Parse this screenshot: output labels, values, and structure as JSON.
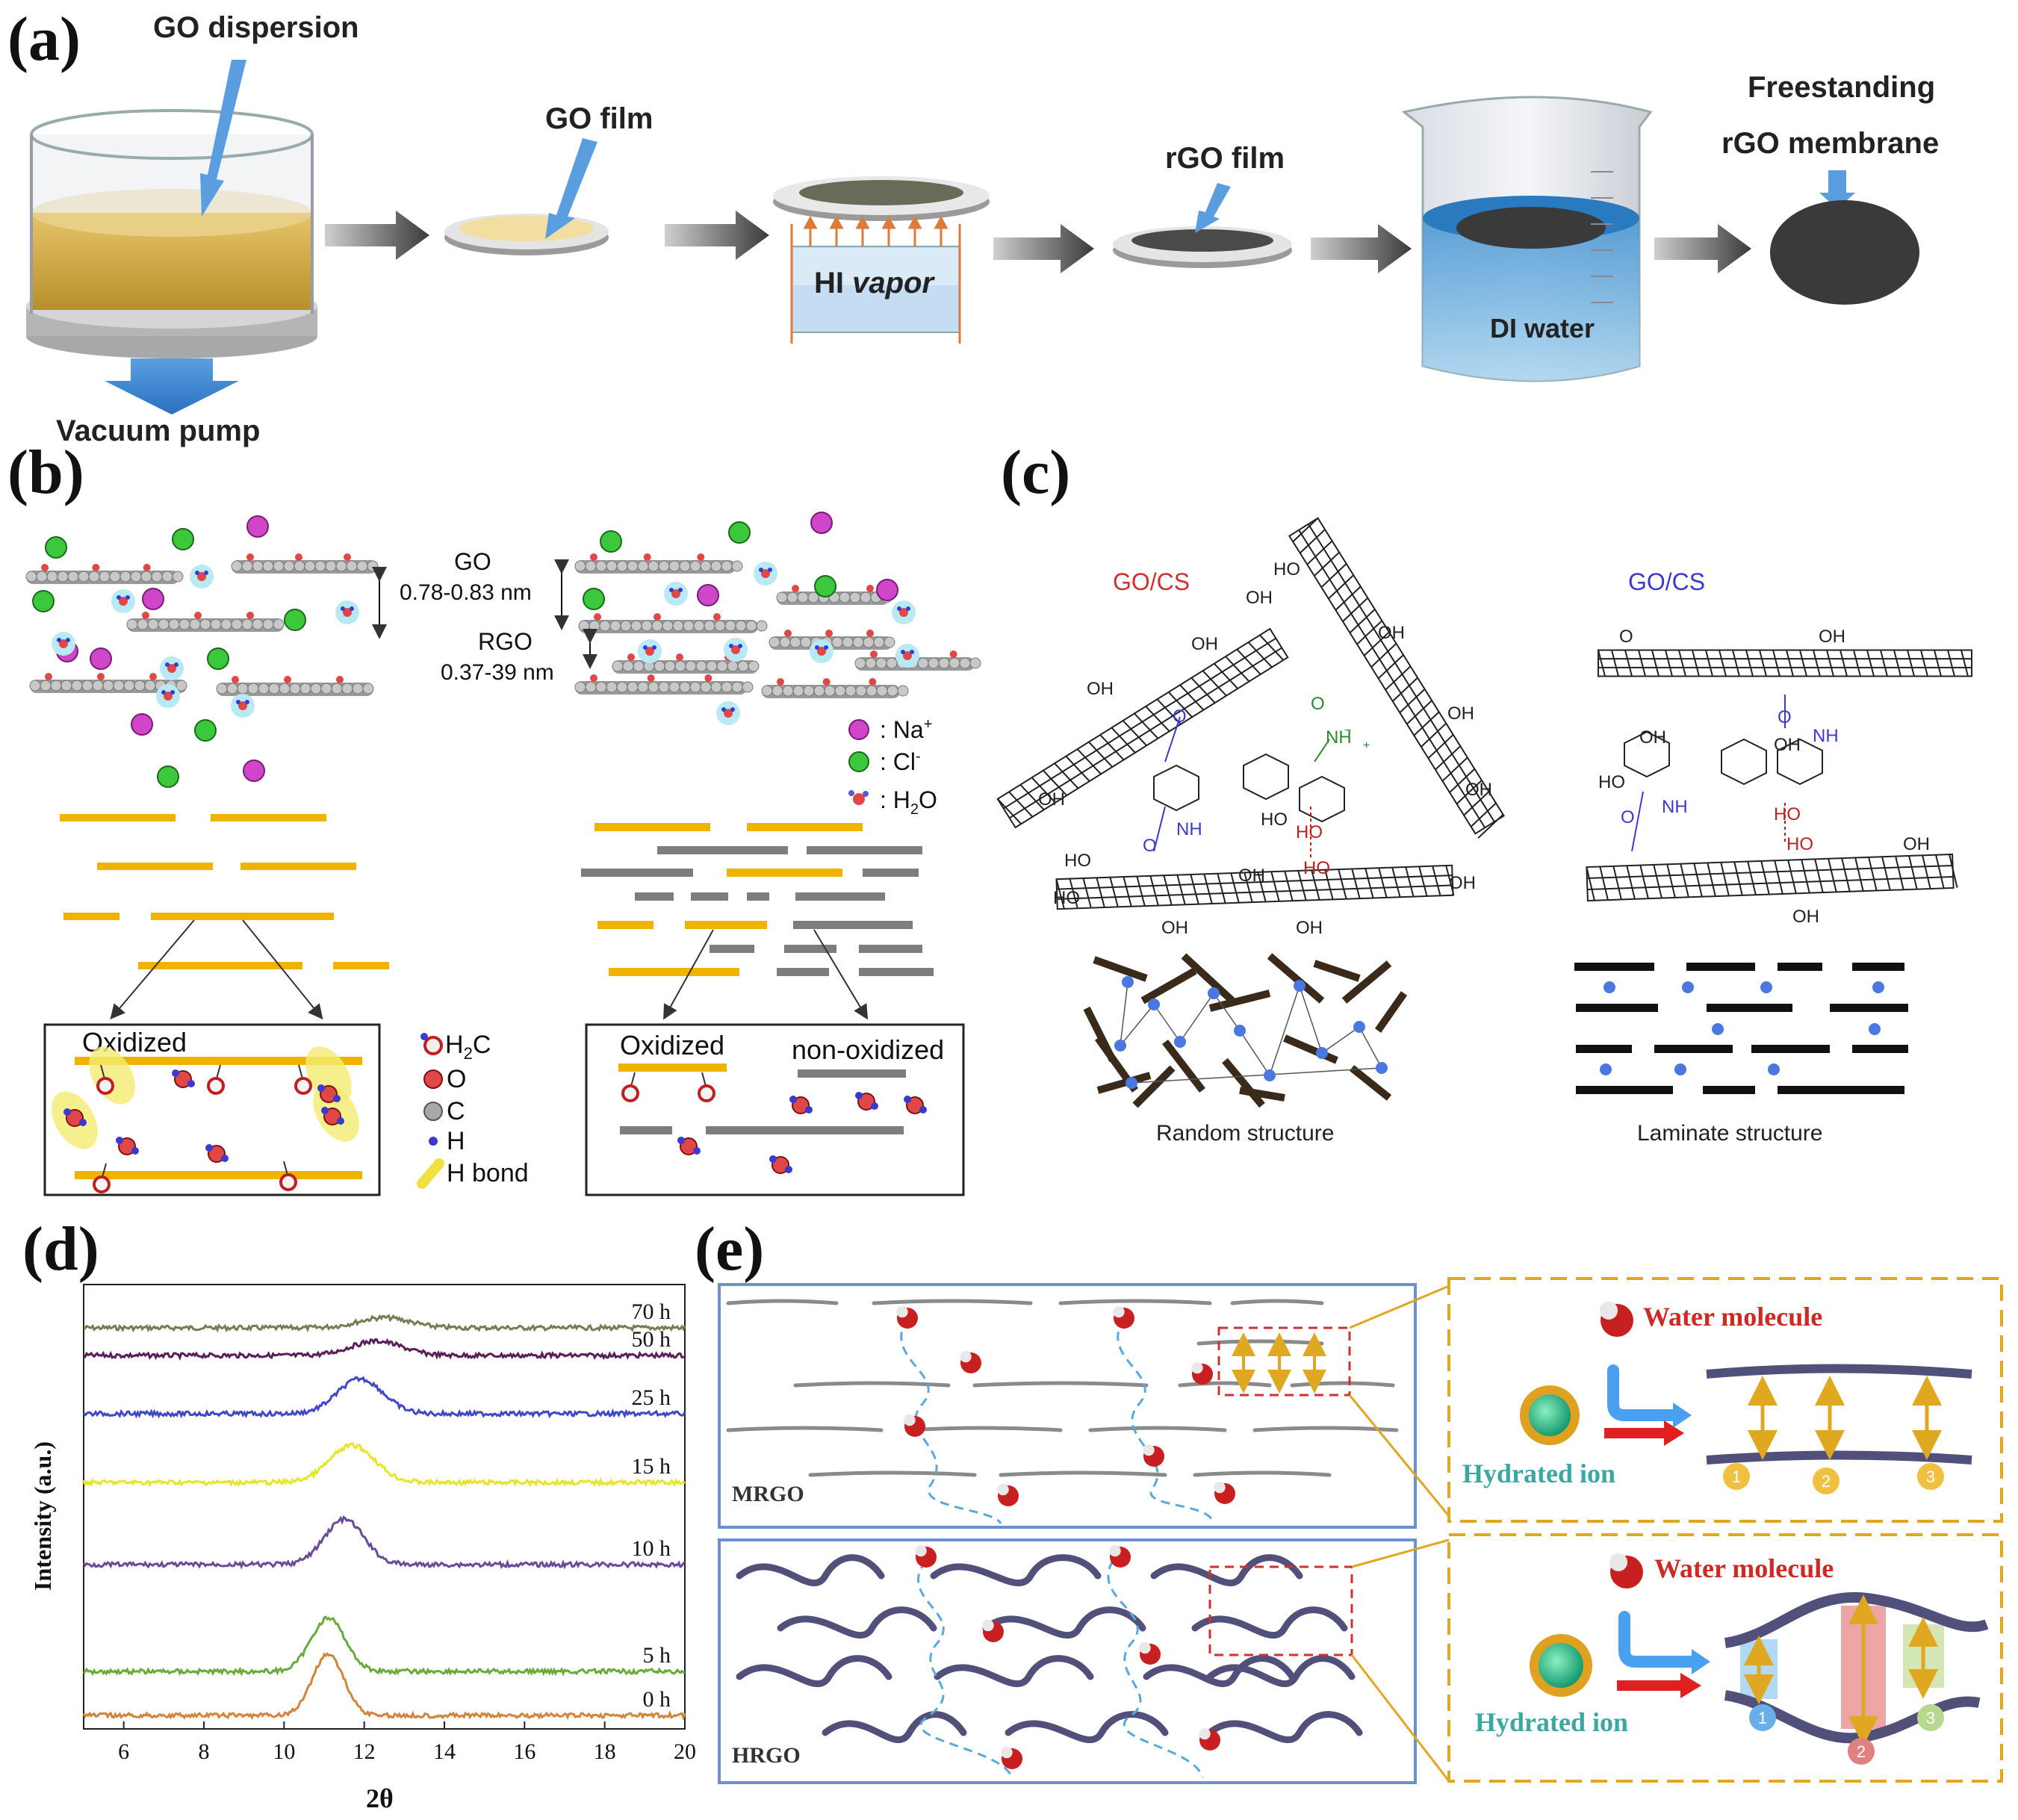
{
  "panel_labels": {
    "a": "(a)",
    "b": "(b)",
    "c": "(c)",
    "d": "(d)",
    "e": "(e)"
  },
  "panel_a": {
    "go_dispersion": "GO dispersion",
    "vacuum_pump": "Vacuum pump",
    "go_film": "GO film",
    "hi_vapor_prefix": "HI ",
    "hi_vapor_italic": "vapor",
    "rgo_film": "rGO film",
    "di_water": "DI water",
    "freestanding": "Freestanding",
    "rgo_membrane": "rGO membrane"
  },
  "panel_b": {
    "go_label": "GO",
    "go_spacing": "0.78-0.83 nm",
    "rgo_label": "RGO",
    "rgo_spacing": "0.37-39 nm",
    "legend_na": ": Na",
    "legend_na_sup": "+",
    "legend_cl": ": Cl",
    "legend_cl_sup": "-",
    "legend_h2o": ": H",
    "legend_h2o_sub": "2",
    "legend_h2o_end": "O",
    "oxidized_left": "Oxidized",
    "oxidized_right": "Oxidized",
    "non_oxidized": "non-oxidized",
    "key_h2c": "H",
    "key_h2c_sub": "2",
    "key_h2c_end": "C",
    "key_o": "O",
    "key_c": "C",
    "key_h": "H",
    "key_hbond": "H bond"
  },
  "panel_c": {
    "left_title": "GO/CS",
    "right_title": "GO/CS",
    "left_caption": "Random structure",
    "right_caption": "Laminate structure",
    "oh": "OH",
    "ho": "HO",
    "o": "O",
    "nh": "NH",
    "o_minus": "O",
    "nh3": "NH",
    "oh_group": "OH",
    "cooh": "OH"
  },
  "panel_d": {
    "ylabel": "Intensity (a.u.)",
    "xlabel": "2θ"
  },
  "chart_data": {
    "type": "line",
    "xlabel": "2θ",
    "ylabel": "Intensity (a.u.)",
    "xlim": [
      5,
      20
    ],
    "x_ticks": [
      6,
      8,
      10,
      12,
      14,
      16,
      18,
      20
    ],
    "grid": false,
    "series": [
      {
        "name": "70 h",
        "color": "#7a7a55",
        "peak_x": 12.5,
        "peak_height": 0.25,
        "width": 0.9
      },
      {
        "name": "50 h",
        "color": "#5a1f5a",
        "peak_x": 12.3,
        "peak_height": 0.35,
        "width": 0.9
      },
      {
        "name": "25 h",
        "color": "#3f48c8",
        "peak_x": 11.9,
        "peak_height": 0.85,
        "width": 0.8
      },
      {
        "name": "15 h",
        "color": "#e5e52a",
        "peak_x": 11.7,
        "peak_height": 0.9,
        "width": 0.8
      },
      {
        "name": "10 h",
        "color": "#6a4a9a",
        "peak_x": 11.5,
        "peak_height": 1.1,
        "width": 0.7
      },
      {
        "name": "5 h",
        "color": "#6aaa3a",
        "peak_x": 11.1,
        "peak_height": 1.3,
        "width": 0.6
      },
      {
        "name": "0 h",
        "color": "#d4843a",
        "peak_x": 11.1,
        "peak_height": 1.5,
        "width": 0.55
      }
    ]
  },
  "panel_e": {
    "mrgo": "MRGO",
    "hrgo": "HRGO",
    "water_molecule_top": "Water molecule",
    "hydrated_ion_top": "Hydrated ion",
    "water_molecule_bottom": "Water molecule",
    "hydrated_ion_bottom": "Hydrated ion",
    "n1": "1",
    "n2": "2",
    "n3": "3"
  },
  "colors": {
    "gold": "#f0b400",
    "gray_sheet": "#7d7d7d",
    "blue_box": "#6c8fd0",
    "dashed_gold": "#e0a820",
    "red_text": "#cc2a22",
    "teal_text": "#3aa8a0",
    "arrow_gray": "#444444"
  }
}
